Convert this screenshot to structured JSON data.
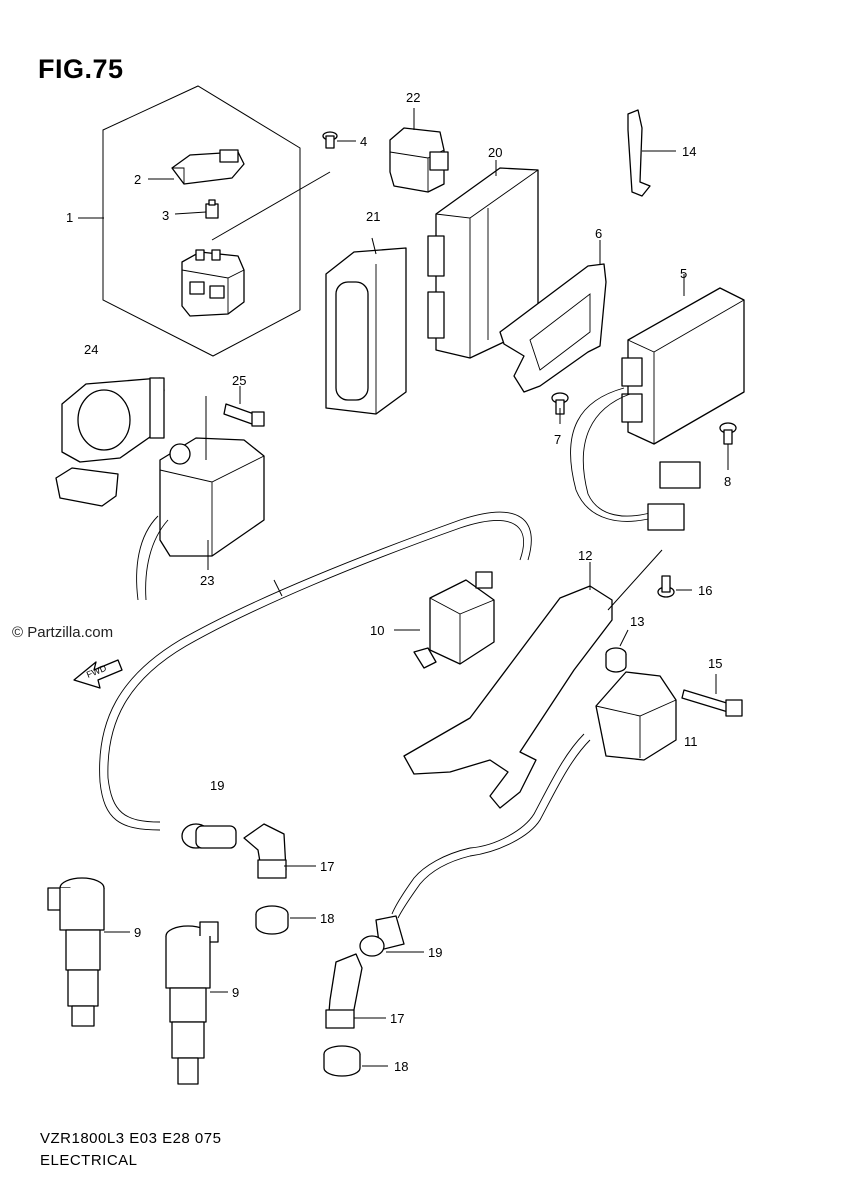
{
  "figure": {
    "title": "FIG.75",
    "footer_line1": "VZR1800L3  E03  E28  075",
    "footer_line2": "ELECTRICAL",
    "watermark": "© Partzilla.com",
    "fwd_label": "FWD"
  },
  "callouts": {
    "c1": "1",
    "c2": "2",
    "c3": "3",
    "c4": "4",
    "c5": "5",
    "c6": "6",
    "c7": "7",
    "c8": "8",
    "c9a": "9",
    "c9b": "9",
    "c10": "10",
    "c11": "11",
    "c12": "12",
    "c13": "13",
    "c14": "14",
    "c15": "15",
    "c16": "16",
    "c17a": "17",
    "c17b": "17",
    "c18a": "18",
    "c18b": "18",
    "c19a": "19",
    "c19b": "19",
    "c20": "20",
    "c21": "21",
    "c22": "22",
    "c23": "23",
    "c24": "24",
    "c25": "25"
  }
}
